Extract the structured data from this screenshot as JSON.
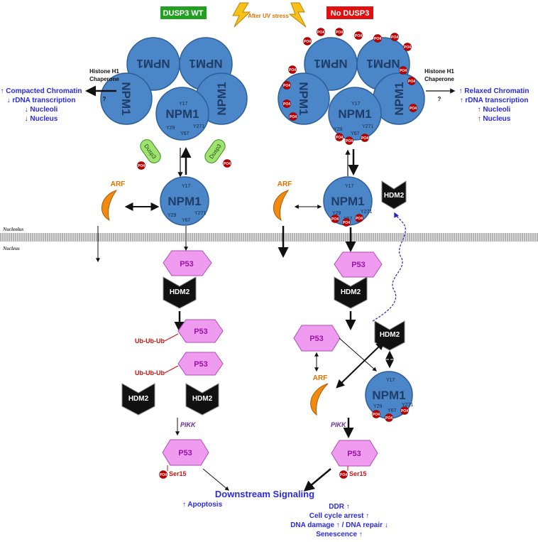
{
  "header": {
    "wt_label": "DUSP3 WT",
    "ko_label": "No DUSP3",
    "stress_label": "After UV stress",
    "wt_color": "#22a022",
    "ko_color": "#e01010"
  },
  "npm1": {
    "label": "NPM1",
    "y17": "Y17",
    "y29": "Y29",
    "y67": "Y67",
    "y271": "Y271",
    "po4": "PO4"
  },
  "left_panel": {
    "chaperone_line1": "Histone H1",
    "chaperone_line2": "Chaperone",
    "question": "?",
    "outcomes": [
      "↑ Compacted Chromatin",
      "↓ rDNA transcription",
      "↓ Nucleoli",
      "↓ Nucleus"
    ],
    "dusp3_label": "Dusp3",
    "ub_label": "Ub-Ub-Ub",
    "apoptosis": "↑ Apoptosis"
  },
  "right_panel": {
    "chaperone_line1": "Histone H1",
    "chaperone_line2": "Chaperone",
    "question": "?",
    "outcomes": [
      "↑ Relaxed Chromatin",
      "↑ rDNA transcription",
      "↑ Nucleoli",
      "↑ Nucleus"
    ],
    "effects": [
      "DDR ↑",
      "Cell cycle arrest ↑",
      "DNA damage ↑ / DNA repair ↓",
      "Senescence ↑"
    ]
  },
  "labels": {
    "arf": "ARF",
    "p53": "P53",
    "hdm2": "HDM2",
    "pikk": "PIKK",
    "ser15": "Ser15",
    "nucleolus": "Nucleolus",
    "nucleus": "Nucleus",
    "downstream": "Downstream Signaling"
  }
}
